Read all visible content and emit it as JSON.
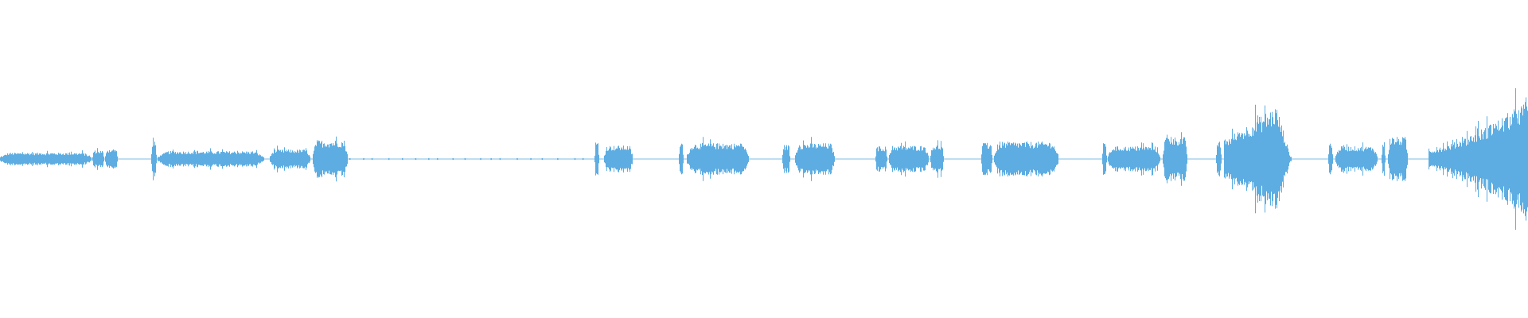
{
  "waveform": {
    "color": "#5dade2",
    "background": "#ffffff",
    "segments": [
      {
        "start": 0.0,
        "end": 0.0593,
        "amp": 0.04
      },
      {
        "start": 0.0606,
        "end": 0.0676,
        "amp": 0.055
      },
      {
        "start": 0.0689,
        "end": 0.0765,
        "amp": 0.065
      },
      {
        "start": 0.0989,
        "end": 0.102,
        "amp": 0.11
      },
      {
        "start": 0.1033,
        "end": 0.1722,
        "amp": 0.05
      },
      {
        "start": 0.1767,
        "end": 0.2028,
        "amp": 0.06
      },
      {
        "start": 0.2047,
        "end": 0.227,
        "amp": 0.12
      },
      {
        "start": 0.389,
        "end": 0.3916,
        "amp": 0.11
      },
      {
        "start": 0.3954,
        "end": 0.4133,
        "amp": 0.085
      },
      {
        "start": 0.4445,
        "end": 0.447,
        "amp": 0.11
      },
      {
        "start": 0.4496,
        "end": 0.4898,
        "amp": 0.1
      },
      {
        "start": 0.5121,
        "end": 0.5166,
        "amp": 0.09
      },
      {
        "start": 0.5204,
        "end": 0.5459,
        "amp": 0.1
      },
      {
        "start": 0.5727,
        "end": 0.5804,
        "amp": 0.08
      },
      {
        "start": 0.5816,
        "end": 0.6071,
        "amp": 0.085
      },
      {
        "start": 0.609,
        "end": 0.6173,
        "amp": 0.09
      },
      {
        "start": 0.6422,
        "end": 0.6492,
        "amp": 0.1
      },
      {
        "start": 0.6505,
        "end": 0.692,
        "amp": 0.11
      },
      {
        "start": 0.7213,
        "end": 0.7239,
        "amp": 0.11
      },
      {
        "start": 0.7251,
        "end": 0.7589,
        "amp": 0.08
      },
      {
        "start": 0.7608,
        "end": 0.7768,
        "amp": 0.14
      },
      {
        "start": 0.7959,
        "end": 0.7991,
        "amp": 0.11
      },
      {
        "start": 0.801,
        "end": 0.845,
        "amp": 0.34,
        "shape": "swell"
      },
      {
        "start": 0.8693,
        "end": 0.8718,
        "amp": 0.11
      },
      {
        "start": 0.8737,
        "end": 0.9011,
        "amp": 0.08
      },
      {
        "start": 0.9043,
        "end": 0.9062,
        "amp": 0.11
      },
      {
        "start": 0.9082,
        "end": 0.9209,
        "amp": 0.14
      },
      {
        "start": 0.9349,
        "end": 1.0,
        "amp": 0.38,
        "shape": "ramp"
      }
    ],
    "silence_dots": {
      "start": 0.229,
      "end": 0.386
    }
  }
}
